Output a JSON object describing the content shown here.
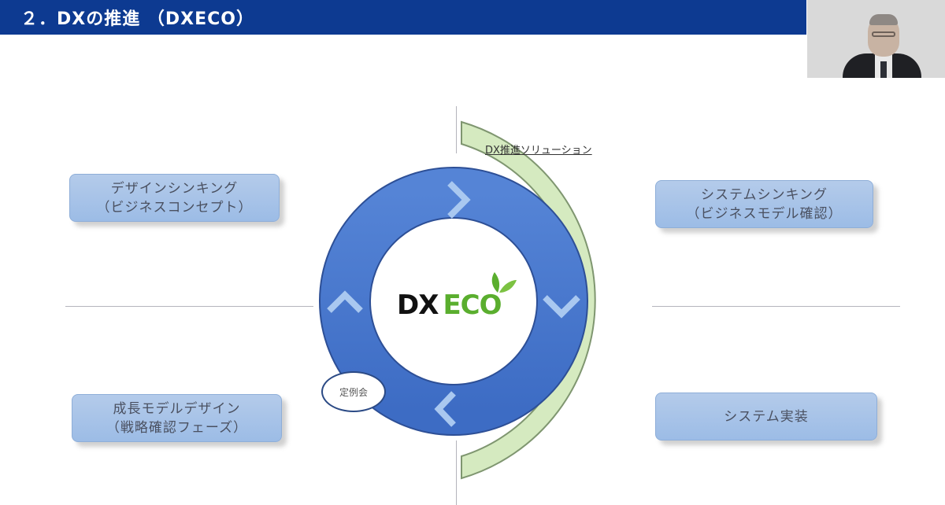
{
  "header": {
    "title": "２．DXの推進 （DXECO）"
  },
  "video_feed": {
    "label": "presenter-video"
  },
  "diagram": {
    "center_logo": {
      "part1": "DX",
      "part2": "ECO"
    },
    "outer_arc_label": "DX推進ソリューション",
    "cycle_note": "定例会",
    "quadrants": [
      {
        "position": "top-left",
        "line1": "デザインシンキング",
        "line2": "（ビジネスコンセプト）"
      },
      {
        "position": "top-right",
        "line1": "システムシンキング",
        "line2": "（ビジネスモデル確認）"
      },
      {
        "position": "bottom-left",
        "line1": "成長モデルデザイン",
        "line2": "（戦略確認フェーズ）"
      },
      {
        "position": "bottom-right",
        "line1": "システム実装",
        "line2": ""
      }
    ],
    "colors": {
      "ring": "#4a78cf",
      "arc": "#d5eac0",
      "title_bar": "#0d3a91",
      "box": "#a9c4e8"
    }
  }
}
